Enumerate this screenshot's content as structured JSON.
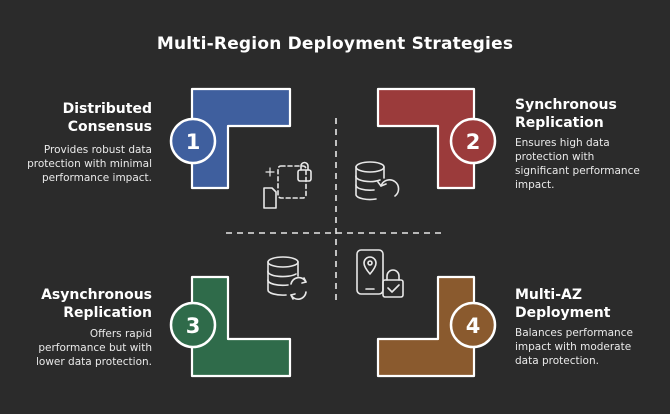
{
  "title": "Multi-Region Deployment Strategies",
  "quadrants": [
    {
      "number": "1",
      "heading_line1": "Distributed",
      "heading_line2": "Consensus",
      "desc_lines": [
        "Provides robust data",
        "protection with minimal",
        "performance impact."
      ],
      "color": "#3f5f9e"
    },
    {
      "number": "2",
      "heading_line1": "Synchronous",
      "heading_line2": "Replication",
      "desc_lines": [
        "Ensures high data",
        "protection with",
        "significant performance",
        "impact."
      ],
      "color": "#9b3b3b"
    },
    {
      "number": "3",
      "heading_line1": "Asynchronous",
      "heading_line2": "Replication",
      "desc_lines": [
        "Offers rapid",
        "performance but with",
        "lower data protection."
      ],
      "color": "#2f6b4a"
    },
    {
      "number": "4",
      "heading_line1": "Multi-AZ",
      "heading_line2": "Deployment",
      "desc_lines": [
        "Balances performance",
        "impact with moderate",
        "data protection."
      ],
      "color": "#8a5a2e"
    }
  ],
  "icons": [
    "file-lock-icon",
    "database-refresh-icon",
    "database-sync-icon",
    "phone-location-lock-icon"
  ]
}
